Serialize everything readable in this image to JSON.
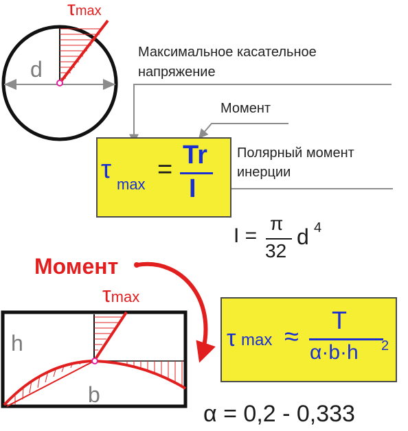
{
  "top_diagram": {
    "tau_label": "τ",
    "tau_sub": "max",
    "d_label": "d"
  },
  "annotations": {
    "max_shear_line1": "Максимальное касательное",
    "max_shear_line2": "напряжение",
    "moment": "Момент",
    "polar_line1": "Полярный момент",
    "polar_line2": "инерции"
  },
  "formula1": {
    "tau": "τ",
    "sub": "max",
    "eq": "=",
    "numerator": "Tr",
    "denominator": "I"
  },
  "formula_inertia": {
    "lhs": "I =",
    "numerator": "π",
    "denominator": "32",
    "d": "d",
    "exp": "4"
  },
  "bottom_diagram": {
    "moment_label": "Момент",
    "tau_label": "τ",
    "tau_sub": "max",
    "h_label": "h",
    "b_label": "b"
  },
  "formula2": {
    "tau": "τ",
    "sub": "max",
    "approx": "≈",
    "numerator": "T",
    "denominator": "α·b·h",
    "exp": "2"
  },
  "alpha_range": "α = 0,2 - 0,333",
  "colors": {
    "red": "#e21f1f",
    "blue": "#1a2fd1",
    "yellow": "#f5ee33",
    "grey_arrow": "#8c8c8c"
  }
}
